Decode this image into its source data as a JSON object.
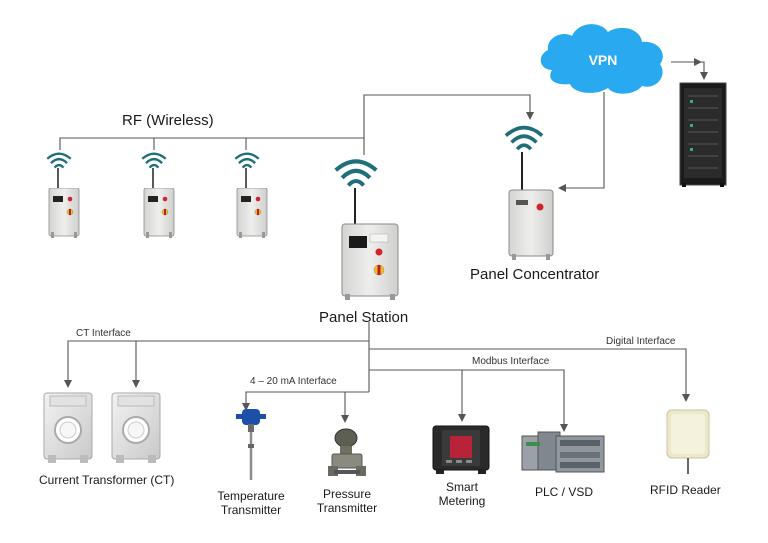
{
  "labels": {
    "vpn": "VPN",
    "rf_wireless": "RF (Wireless)",
    "panel_concentrator": "Panel Concentrator",
    "panel_station": "Panel Station",
    "ct_interface": "CT Interface",
    "ma_interface": "4 – 20 mA Interface",
    "modbus_interface": "Modbus Interface",
    "digital_interface": "Digital Interface",
    "current_transformer": "Current Transformer (CT)",
    "temperature_transmitter_1": "Temperature",
    "temperature_transmitter_2": "Transmitter",
    "pressure_transmitter_1": "Pressure",
    "pressure_transmitter_2": "Transmitter",
    "smart_metering_1": "Smart",
    "smart_metering_2": "Metering",
    "plc_vsd": "PLC / VSD",
    "rfid_reader": "RFID Reader"
  },
  "colors": {
    "cloud": "#29aaf0",
    "wireless_icon": "#1f6f7a",
    "panel_body": "#e6e6e4",
    "line": "#555555"
  }
}
